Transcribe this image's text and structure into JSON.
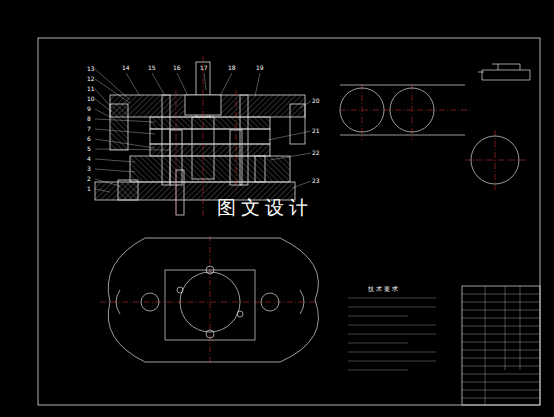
{
  "diagram": {
    "labels": [
      "13",
      "12",
      "11",
      "10",
      "9",
      "8",
      "7",
      "6",
      "5",
      "4",
      "3",
      "2",
      "1",
      "14",
      "15",
      "16",
      "17",
      "18",
      "19",
      "20",
      "21",
      "22",
      "23",
      "图文设计",
      "技术要求"
    ]
  }
}
